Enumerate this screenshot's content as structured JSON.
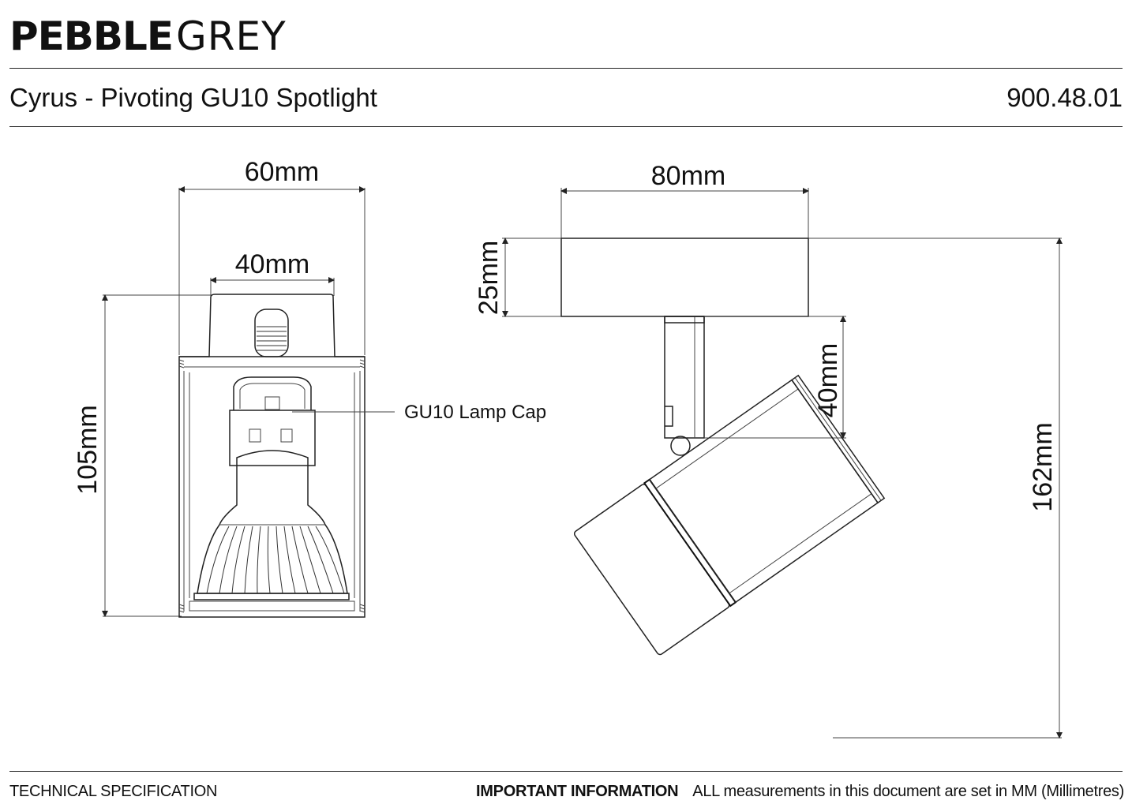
{
  "brand": {
    "logo_bold": "PEBBLE",
    "logo_light": "GREY"
  },
  "product": {
    "title": "Cyrus - Pivoting GU10 Spotlight",
    "code": "900.48.01"
  },
  "front_view": {
    "width_outer": "60mm",
    "width_inner": "40mm",
    "height": "105mm",
    "callout": "GU10 Lamp Cap"
  },
  "side_view": {
    "plate_width": "80mm",
    "plate_height": "25mm",
    "stem_height": "40mm",
    "total_height": "162mm"
  },
  "footer": {
    "left": "TECHNICAL SPECIFICATION",
    "important_label": "IMPORTANT INFORMATION",
    "important_text": "ALL measurements in this document are set in MM (Millimetres)"
  }
}
